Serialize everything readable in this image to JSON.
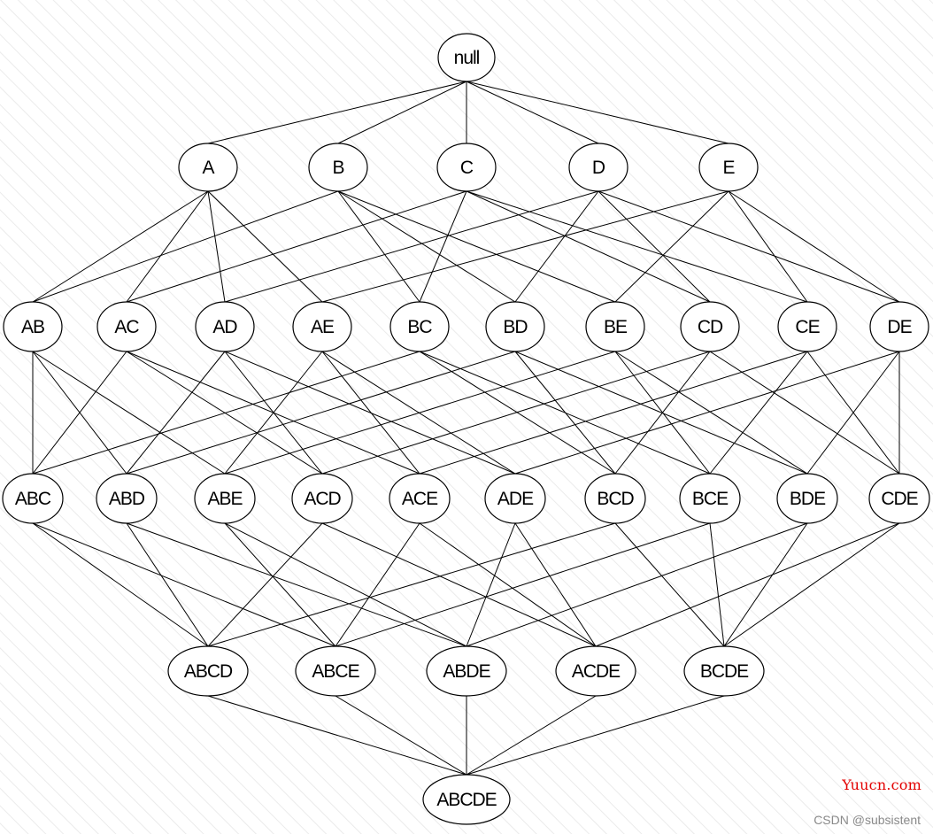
{
  "diagram": {
    "levels": [
      [
        "null"
      ],
      [
        "A",
        "B",
        "C",
        "D",
        "E"
      ],
      [
        "AB",
        "AC",
        "AD",
        "AE",
        "BC",
        "BD",
        "BE",
        "CD",
        "CE",
        "DE"
      ],
      [
        "ABC",
        "ABD",
        "ABE",
        "ACD",
        "ACE",
        "ADE",
        "BCD",
        "BCE",
        "BDE",
        "CDE"
      ],
      [
        "ABCD",
        "ABCE",
        "ABDE",
        "ACDE",
        "BCDE"
      ],
      [
        "ABCDE"
      ]
    ],
    "edges": "each node is linked to every node on the next level that contains all of its letters",
    "colors": {
      "background": "#ffffff",
      "hatch": "#e8e8e8",
      "node_fill": "#ffffff",
      "node_stroke": "#000000",
      "edge": "#000000",
      "text": "#000000"
    }
  },
  "watermarks": {
    "brand": "Yuucn.com",
    "author": "CSDN @subsistent"
  }
}
